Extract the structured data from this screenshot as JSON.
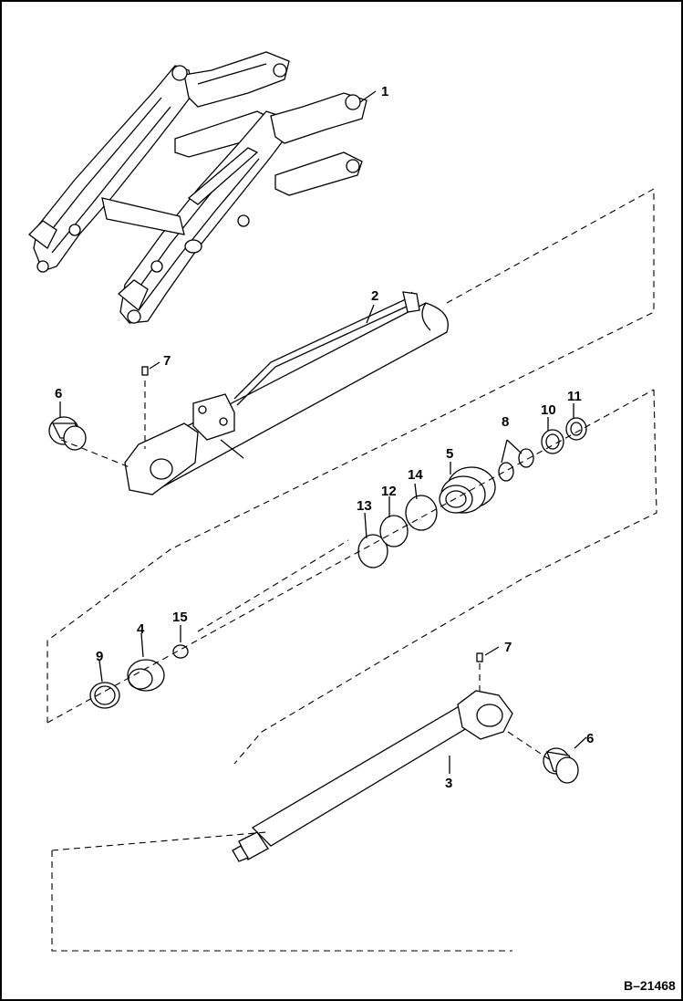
{
  "figure_id": "B–21468",
  "callouts": {
    "c1": "1",
    "c2": "2",
    "c3": "3",
    "c4": "4",
    "c5": "5",
    "c6a": "6",
    "c6b": "6",
    "c7a": "7",
    "c7b": "7",
    "c8": "8",
    "c9": "9",
    "c10": "10",
    "c11": "11",
    "c12": "12",
    "c13": "13",
    "c14": "14",
    "c15": "15"
  }
}
